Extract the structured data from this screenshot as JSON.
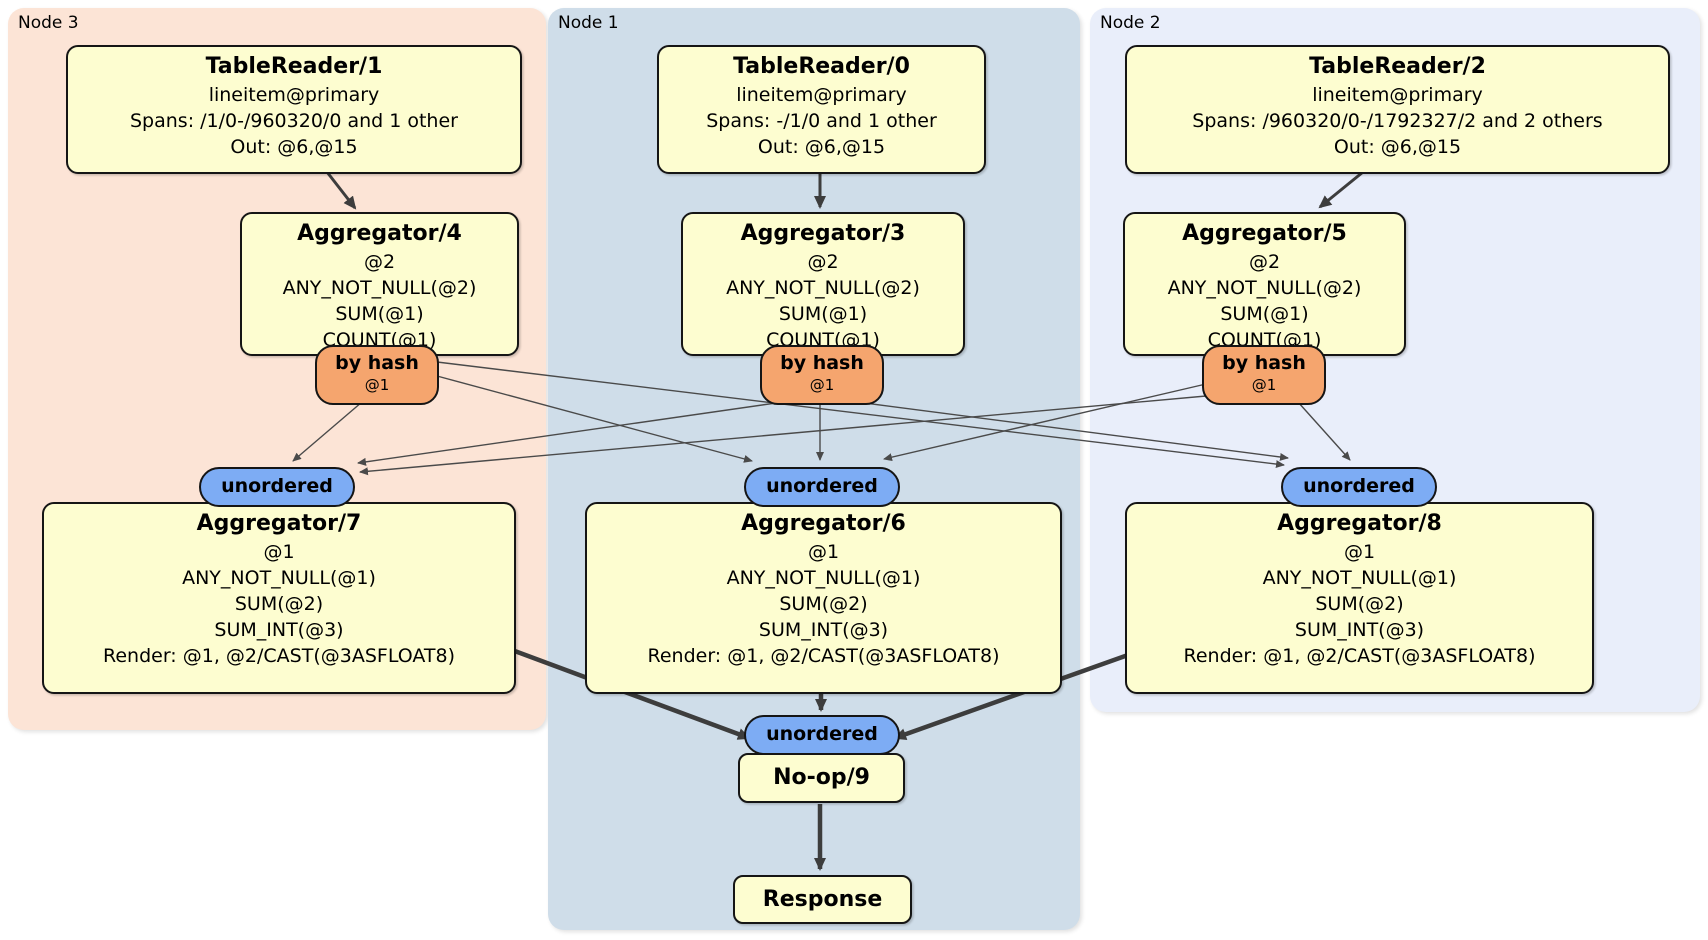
{
  "nodes": [
    {
      "label": "Node 3",
      "table_reader": {
        "title": "TableReader/1",
        "lines": [
          "lineitem@primary",
          "Spans: /1/0-/960320/0 and 1 other",
          "Out: @6,@15"
        ]
      },
      "aggregator_top": {
        "title": "Aggregator/4",
        "lines": [
          "@2",
          "ANY_NOT_NULL(@2)",
          "SUM(@1)",
          "COUNT(@1)"
        ]
      },
      "router": {
        "label": "by hash",
        "key": "@1"
      },
      "sync": {
        "label": "unordered"
      },
      "aggregator_bottom": {
        "title": "Aggregator/7",
        "lines": [
          "@1",
          "ANY_NOT_NULL(@1)",
          "SUM(@2)",
          "SUM_INT(@3)",
          "Render: @1, @2/CAST(@3ASFLOAT8)"
        ]
      }
    },
    {
      "label": "Node 1",
      "table_reader": {
        "title": "TableReader/0",
        "lines": [
          "lineitem@primary",
          "Spans: -/1/0 and 1 other",
          "Out: @6,@15"
        ]
      },
      "aggregator_top": {
        "title": "Aggregator/3",
        "lines": [
          "@2",
          "ANY_NOT_NULL(@2)",
          "SUM(@1)",
          "COUNT(@1)"
        ]
      },
      "router": {
        "label": "by hash",
        "key": "@1"
      },
      "sync": {
        "label": "unordered"
      },
      "aggregator_bottom": {
        "title": "Aggregator/6",
        "lines": [
          "@1",
          "ANY_NOT_NULL(@1)",
          "SUM(@2)",
          "SUM_INT(@3)",
          "Render: @1, @2/CAST(@3ASFLOAT8)"
        ]
      }
    },
    {
      "label": "Node 2",
      "table_reader": {
        "title": "TableReader/2",
        "lines": [
          "lineitem@primary",
          "Spans: /960320/0-/1792327/2 and 2 others",
          "Out: @6,@15"
        ]
      },
      "aggregator_top": {
        "title": "Aggregator/5",
        "lines": [
          "@2",
          "ANY_NOT_NULL(@2)",
          "SUM(@1)",
          "COUNT(@1)"
        ]
      },
      "router": {
        "label": "by hash",
        "key": "@1"
      },
      "sync": {
        "label": "unordered"
      },
      "aggregator_bottom": {
        "title": "Aggregator/8",
        "lines": [
          "@1",
          "ANY_NOT_NULL(@1)",
          "SUM(@2)",
          "SUM_INT(@3)",
          "Render: @1, @2/CAST(@3ASFLOAT8)"
        ]
      }
    }
  ],
  "final": {
    "sync_label": "unordered",
    "noop_label": "No-op/9",
    "response_label": "Response"
  },
  "colors": {
    "node3_bg": "#fce4d6",
    "node1_bg": "#cfdde9",
    "node2_bg": "#e9eefa",
    "process_box_bg": "#fdfdd0",
    "router_bg": "#f5a56e",
    "sync_bg": "#7dacf4",
    "edge": "#4a4a4a"
  }
}
